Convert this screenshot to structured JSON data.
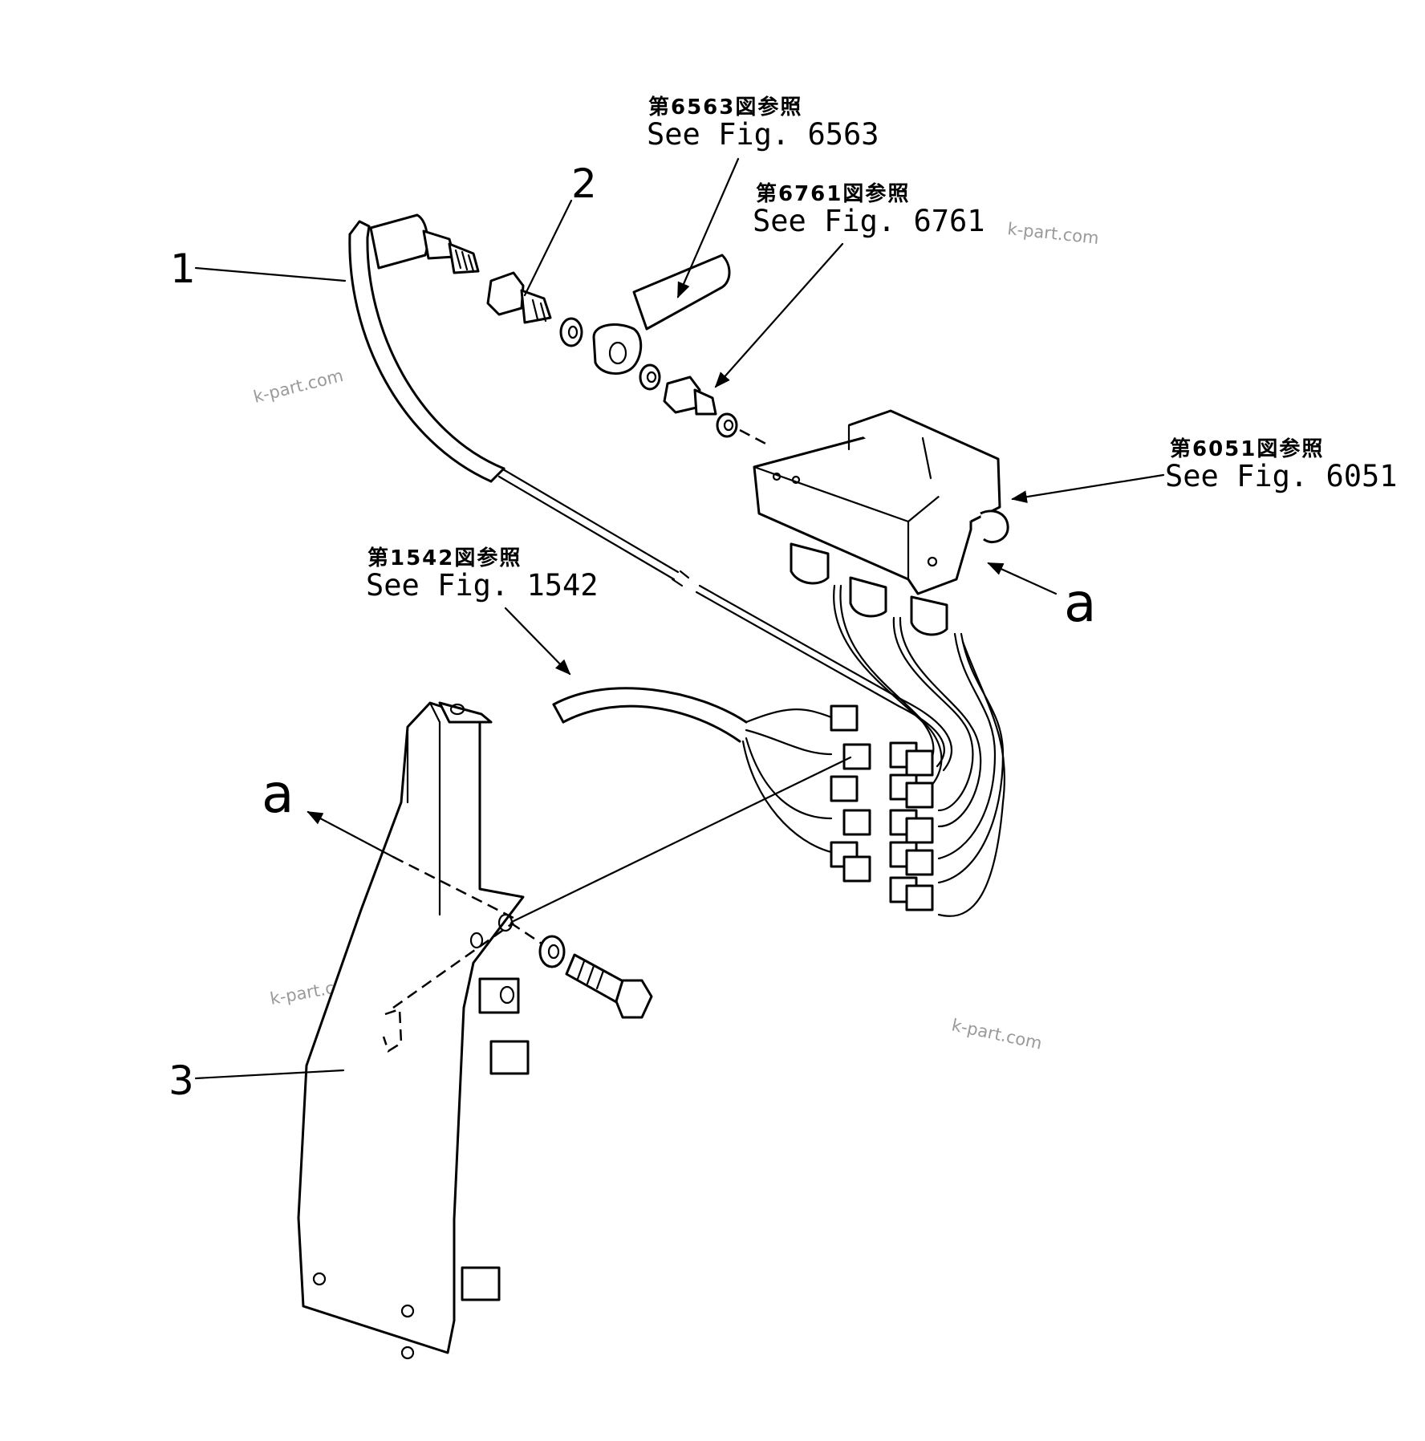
{
  "callouts": [
    {
      "jp": "第6563図参照",
      "en": "See Fig. 6563"
    },
    {
      "jp": "第6761図参照",
      "en": "See Fig. 6761"
    },
    {
      "jp": "第6051図参照",
      "en": "See Fig. 6051"
    },
    {
      "jp": "第1542図参照",
      "en": "See  Fig. 1542"
    }
  ],
  "part_numbers": [
    "1",
    "2",
    "3"
  ],
  "view_marks": [
    "a",
    "a"
  ],
  "watermarks": [
    "k-part.com",
    "k-part.com",
    "k-part.com",
    "k-part.com"
  ]
}
